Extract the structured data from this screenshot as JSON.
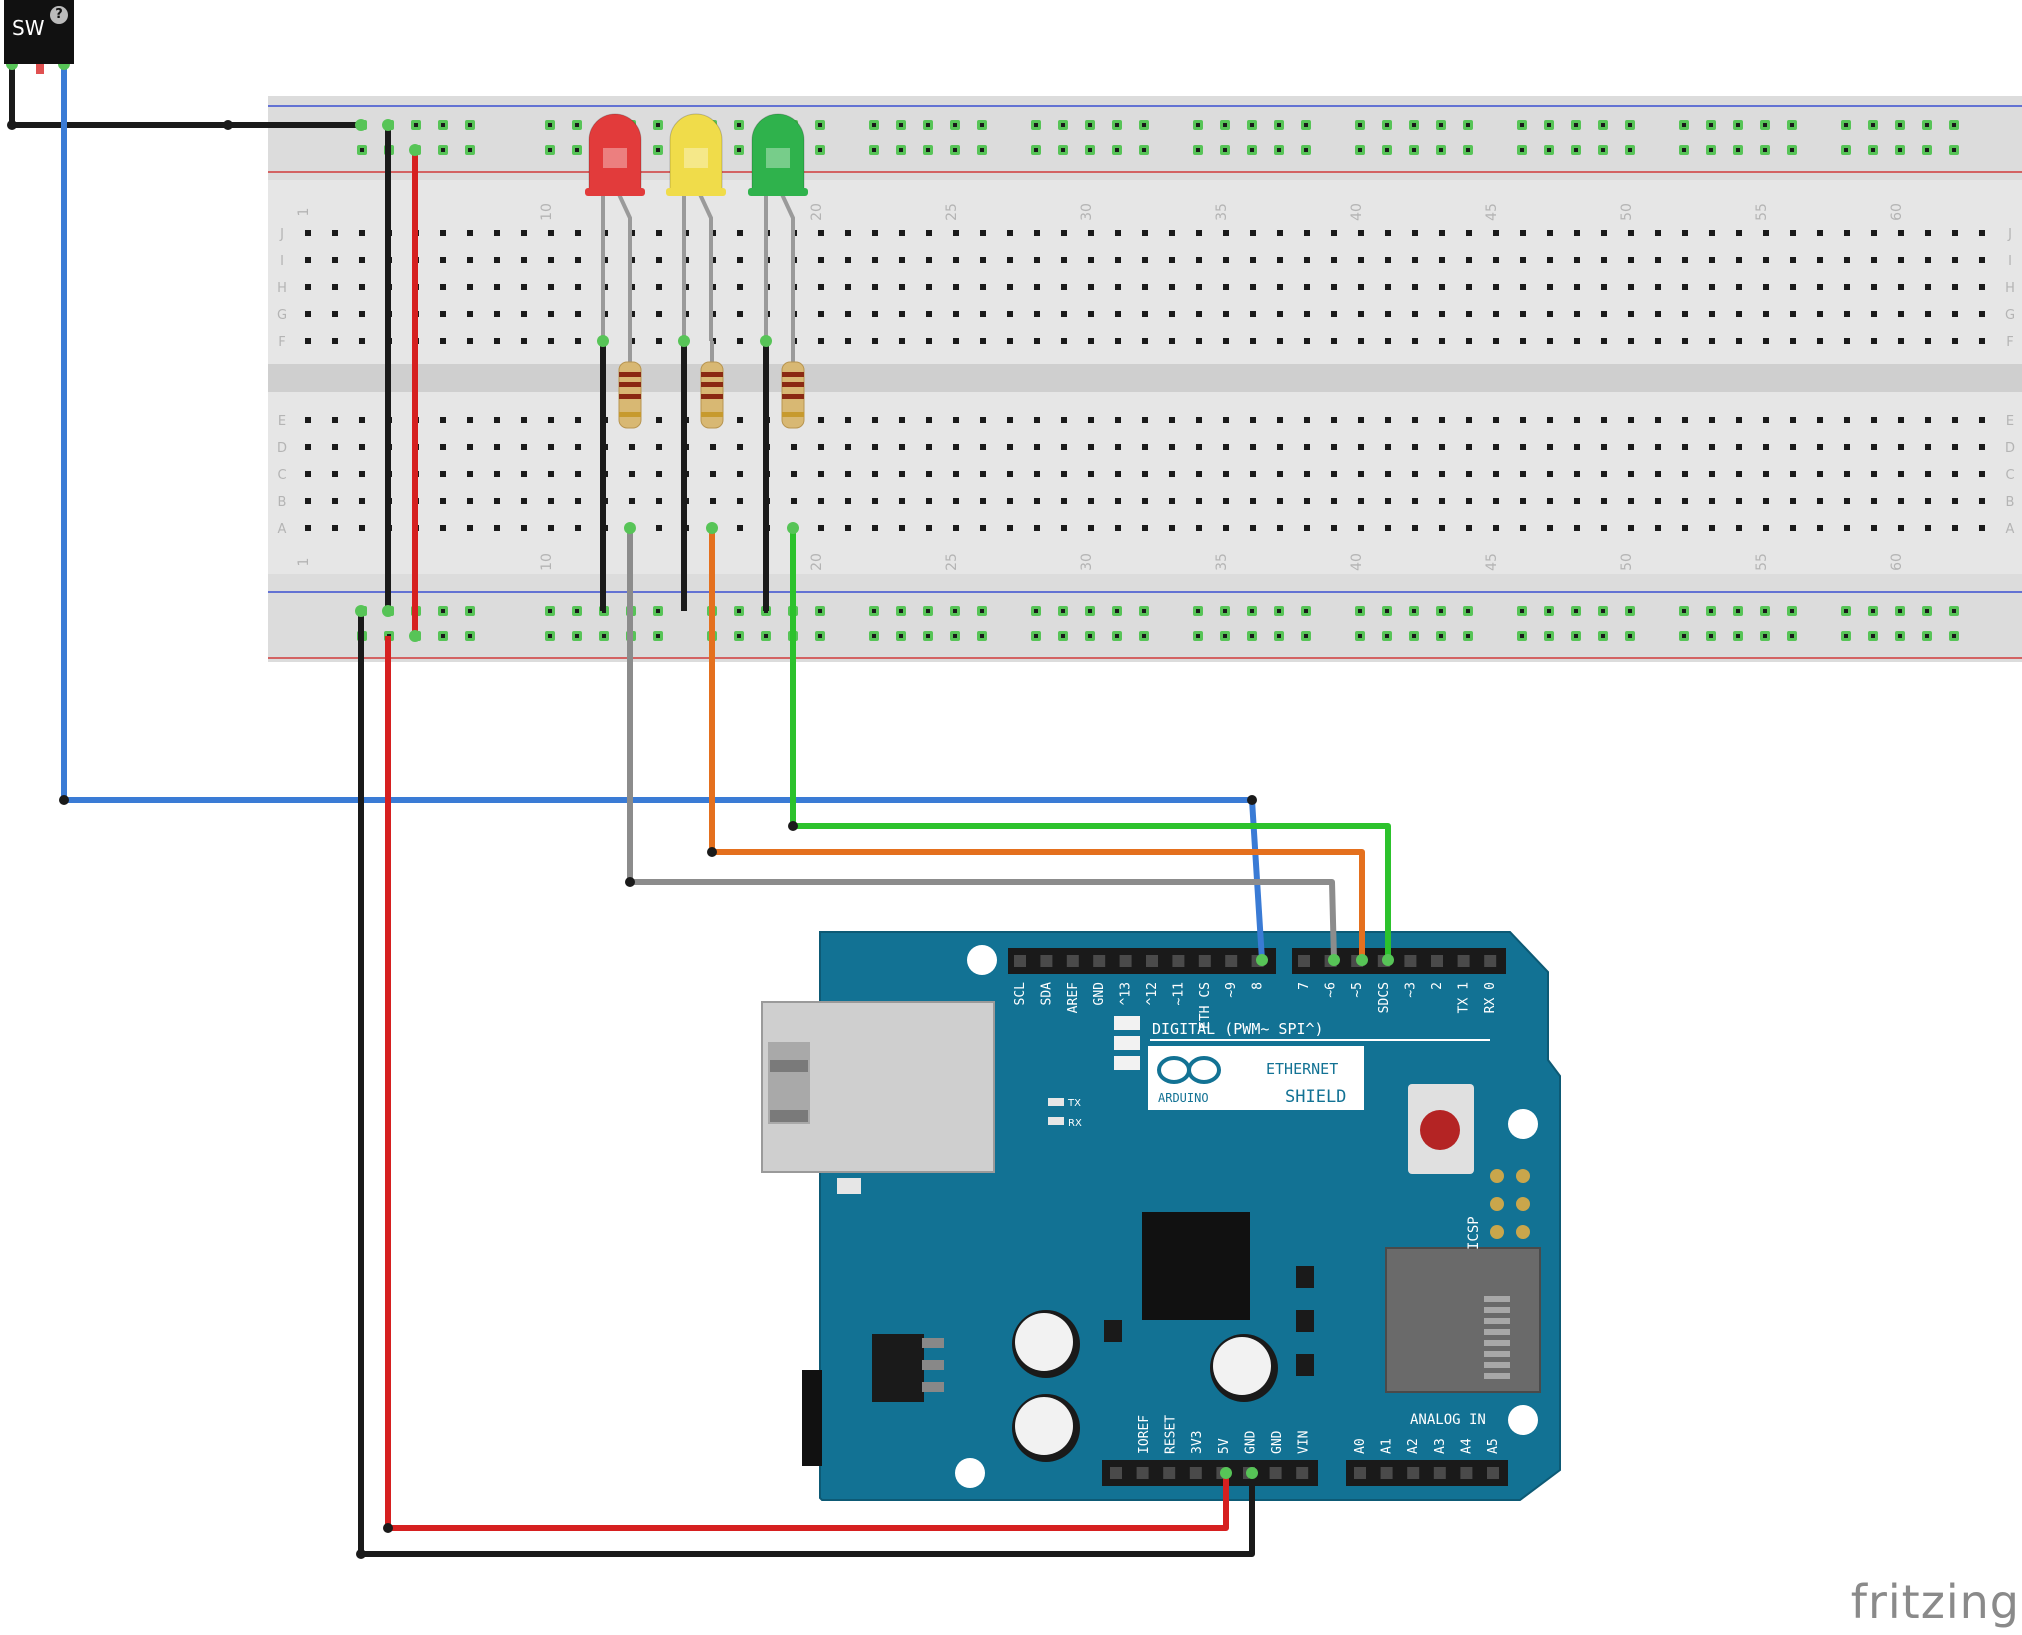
{
  "switch": {
    "label": "SW",
    "help_glyph": "?"
  },
  "breadboard": {
    "column_labels": [
      "1",
      "10",
      "20",
      "25",
      "30",
      "35",
      "40",
      "45",
      "50",
      "55",
      "60"
    ],
    "row_labels_top": [
      "J",
      "I",
      "H",
      "G",
      "F"
    ],
    "row_labels_bottom": [
      "E",
      "D",
      "C",
      "B",
      "A"
    ]
  },
  "leds": [
    {
      "name": "red",
      "color": "#e23b3b"
    },
    {
      "name": "yellow",
      "color": "#f0dc4a"
    },
    {
      "name": "green",
      "color": "#2fb24c"
    }
  ],
  "shield": {
    "title_line1": "ETHERNET",
    "title_line2": "SHIELD",
    "brand": "ARDUINO",
    "digital_label": "DIGITAL (PWM~ SPI^)",
    "icsp_label": "ICSP",
    "analog_label": "ANALOG IN",
    "tx_label": "TX",
    "rx_label": "RX",
    "top_pins": [
      "SCL",
      "SDA",
      "AREF",
      "GND",
      "^13",
      "^12",
      "~11",
      "ETH CS",
      "~9",
      "8",
      "7",
      "~6",
      "~5",
      "SDCS",
      "~3",
      "2",
      "TX 1",
      "RX 0"
    ],
    "power_pins": [
      "IOREF",
      "RESET",
      "3V3",
      "5V",
      "GND",
      "GND",
      "VIN"
    ],
    "analog_pins": [
      "A0",
      "A1",
      "A2",
      "A3",
      "A4",
      "A5"
    ]
  },
  "wires": [
    {
      "name": "switch-ground",
      "color": "#1a1a1a"
    },
    {
      "name": "switch-signal-pin8",
      "color": "#3a7bd5"
    },
    {
      "name": "red-led-pin6",
      "color": "#8c8c8c"
    },
    {
      "name": "yellow-led-pin5",
      "color": "#e4701e"
    },
    {
      "name": "green-led-sdcs",
      "color": "#2cc22c"
    },
    {
      "name": "power-5v",
      "color": "#d62020"
    },
    {
      "name": "ground",
      "color": "#1a1a1a"
    }
  ],
  "watermark": "fritzing"
}
